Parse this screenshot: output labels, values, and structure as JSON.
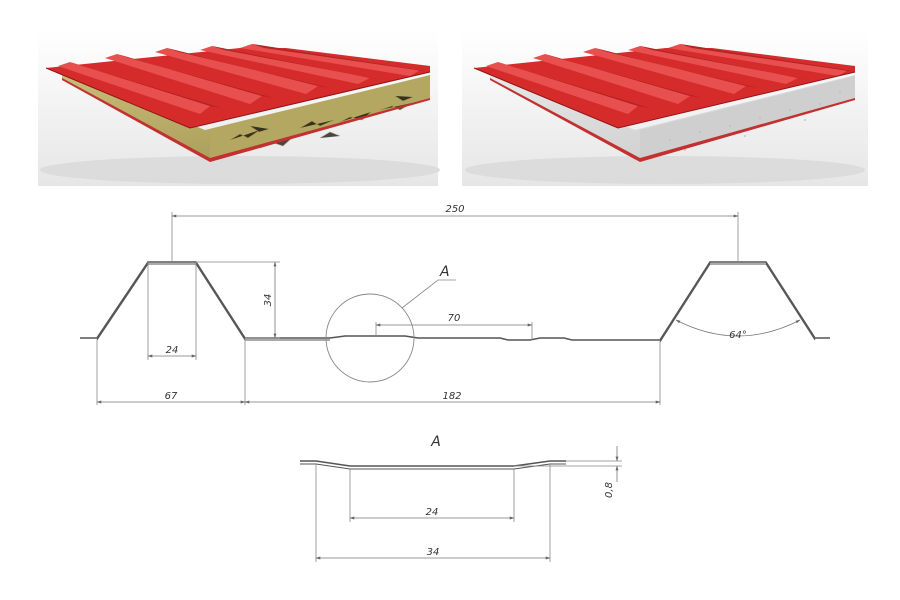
{
  "colors": {
    "panel_red": "#d62b2b",
    "panel_red_dark": "#a81d1d",
    "panel_red_light": "#e85050",
    "mineral_wool": "#b8ad6a",
    "polystyrene_foam": "#d9d9d9",
    "line": "#444444",
    "dim_line": "#777777"
  },
  "photos": [
    {
      "name": "mineral-wool-sandwich-panel",
      "core": "mineral_wool"
    },
    {
      "name": "polystyrene-sandwich-panel",
      "core": "polystyrene_foam"
    }
  ],
  "profile": {
    "pitch": "250",
    "rib_height": "34",
    "rib_top": "24",
    "rib_base": "67",
    "flat_span": "182",
    "stiffener_spacing": "70",
    "rib_angle": "64°",
    "detail_label": "A"
  },
  "detail": {
    "title": "A",
    "depth": "0,8",
    "inner_width": "24",
    "outer_width": "34"
  }
}
